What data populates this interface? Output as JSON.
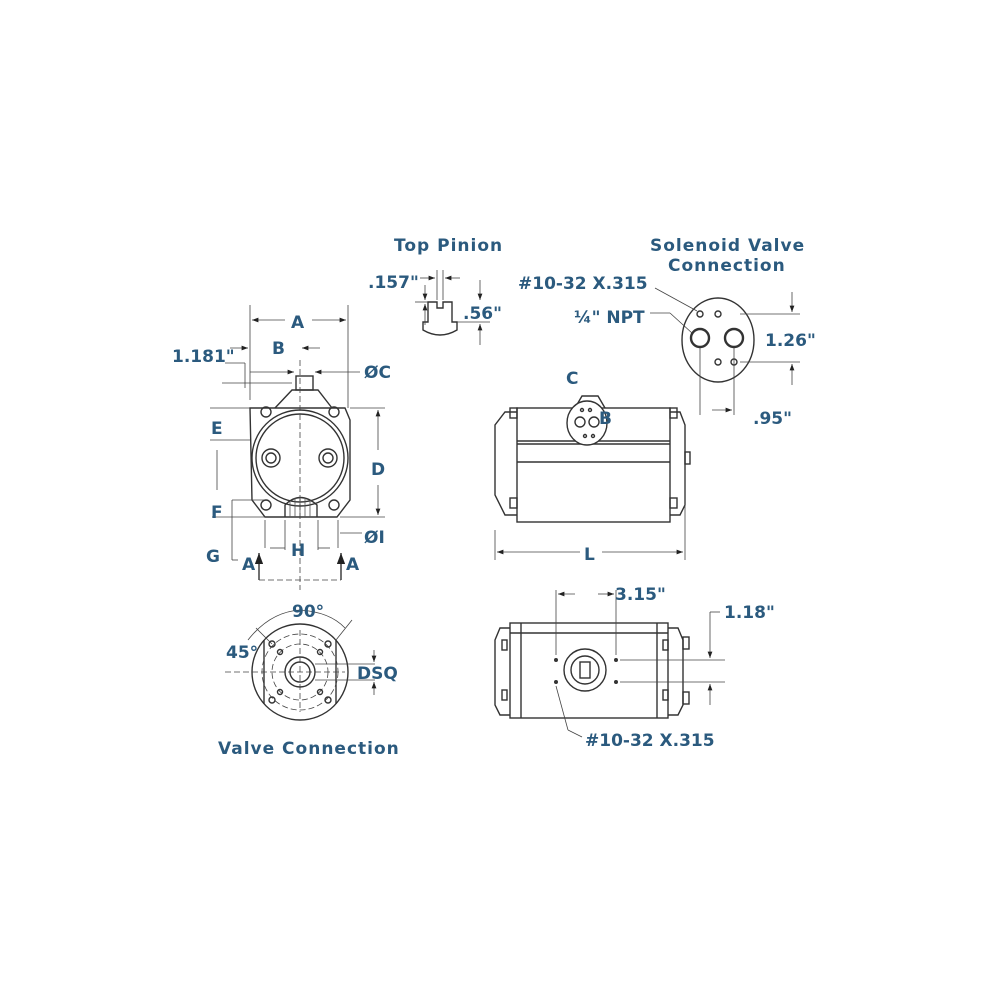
{
  "titles": {
    "top_pinion": "Top Pinion",
    "solenoid_line1": "Solenoid Valve",
    "solenoid_line2": "Connection",
    "valve_connection": "Valve Connection"
  },
  "front_view": {
    "A": "A",
    "B": "B",
    "C": "ØC",
    "D": "D",
    "E": "E",
    "F": "F",
    "G": "G",
    "H": "H",
    "I": "ØI",
    "dim_1181": "1.181\"",
    "section_left": "A",
    "section_right": "A"
  },
  "top_pinion": {
    "dim_157": ".157\"",
    "dim_56": ".56\""
  },
  "solenoid": {
    "thread": "#10-32 X.315",
    "npt": "¼\" NPT",
    "dim_126": "1.26\"",
    "dim_95": ".95\""
  },
  "side_view": {
    "C": "C",
    "B": "B",
    "L": "L"
  },
  "bottom_view": {
    "dim_315": "3.15\"",
    "dim_118": "1.18\"",
    "thread": "#10-32 X.315"
  },
  "valve_connection": {
    "angle_90": "90°",
    "angle_45": "45°",
    "dsq": "DSQ"
  },
  "colors": {
    "label": "#2b5a7e",
    "line": "#333333"
  }
}
